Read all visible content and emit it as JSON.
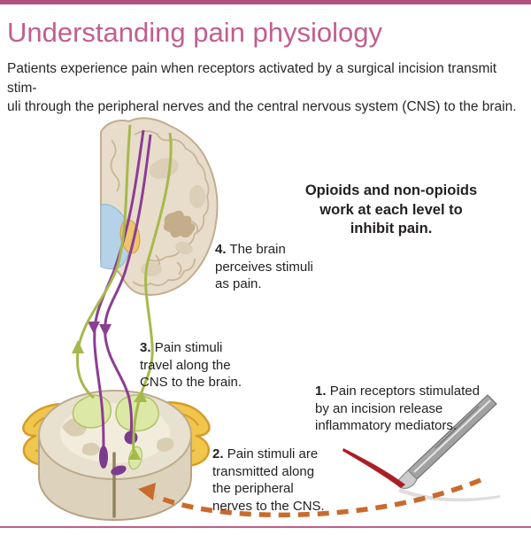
{
  "page": {
    "title": "Understanding pain physiology",
    "intro_line1": "Patients experience pain when receptors activated by a surgical incision transmit stim-",
    "intro_line2": "uli through the peripheral nerves and the central nervous system (CNS) to the brain."
  },
  "callout": {
    "line1": "Opioids and non-opioids",
    "line2": "work at each level to",
    "line3": "inhibit pain."
  },
  "annotations": [
    {
      "num": "1.",
      "text": "Pain receptors stimulated by an incision release inflammatory mediators."
    },
    {
      "num": "2.",
      "text": "Pain stimuli are transmitted along the peripheral nerves to the CNS."
    },
    {
      "num": "3.",
      "text": "Pain stimuli travel along the CNS to the brain."
    },
    {
      "num": "4.",
      "text": "The brain perceives stimuli as pain."
    }
  ],
  "diagram": {
    "brain": "coronal brain section",
    "spinal_cord": "spinal cord cross-section with peripheral nerve roots",
    "ascending_pathways": "green lines with upward arrows (pain stimuli to brain)",
    "descending_pathways": "purple lines with downward arrows",
    "scalpel": "surgical scalpel making incision",
    "dashed_arrow": "orange dashed arrow from incision to spinal cord"
  },
  "colors": {
    "accent_pink": "#c25e90",
    "bar_pink": "#b0507e",
    "pathway_green": "#a6b94c",
    "pathway_purple": "#8c3d94",
    "arrow_orange": "#c96b2d",
    "incision_red": "#aa1e24",
    "nerve_yellow": "#f1c64d",
    "brainstem_blue": "#b5d2e9",
    "text_dark": "#231f20"
  }
}
